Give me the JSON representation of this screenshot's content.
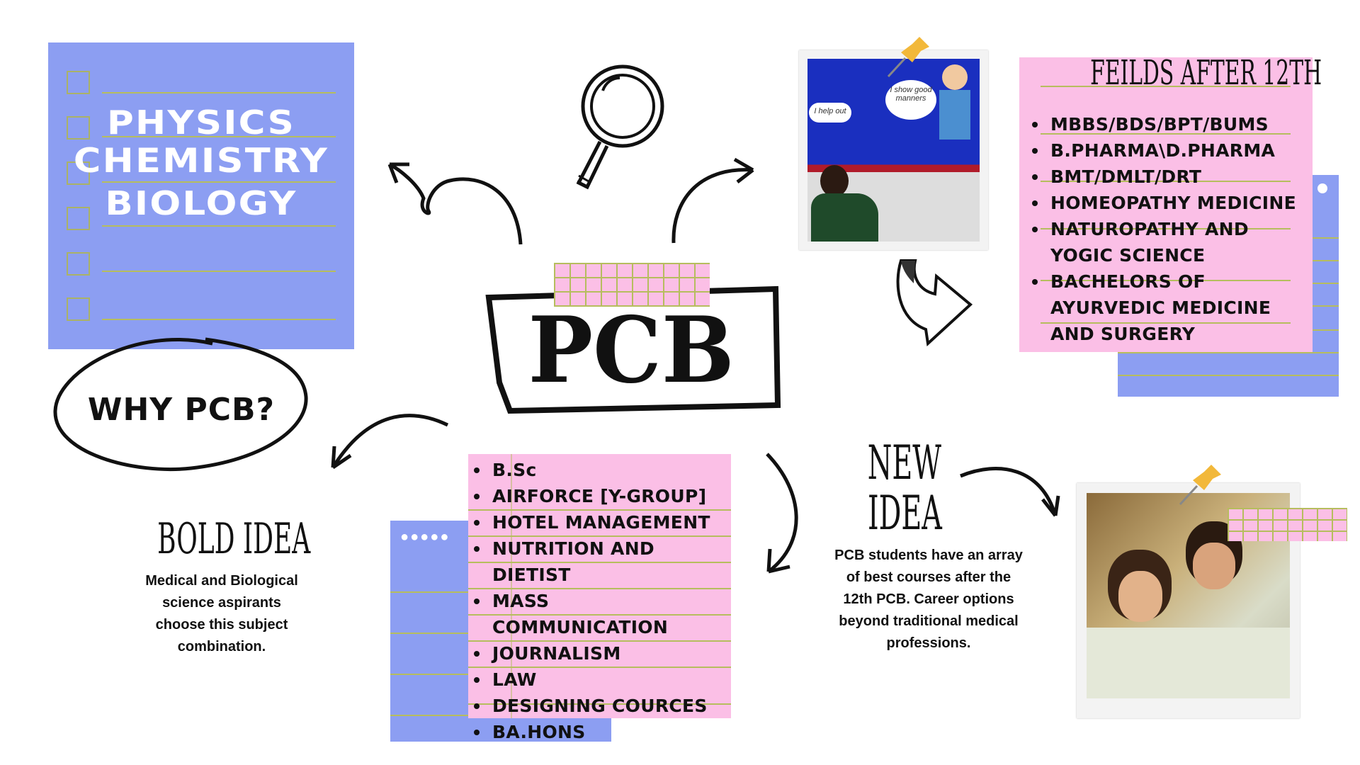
{
  "subjects": {
    "physics": "PHYSICS",
    "chemistry": "CHEMISTRY",
    "biology": "BIOLOGY"
  },
  "center": {
    "title": "PCB"
  },
  "why": {
    "label": "WHY PCB?"
  },
  "bold_idea": {
    "title": "BOLD IDEA",
    "text_lines": [
      "Medical and Biological",
      "science aspirants",
      "choose this subject",
      "combination."
    ]
  },
  "new_idea": {
    "title_line1": "NEW",
    "title_line2": "IDEA",
    "text_lines": [
      "PCB students have an array",
      "of best courses after the",
      "12th PCB. Career options",
      "beyond traditional medical",
      "professions."
    ]
  },
  "fields": {
    "title": "FEILDS AFTER 12TH",
    "items": [
      "MBBS/BDS/BPT/BUMS",
      "B.PHARMA\\D.PHARMA",
      "BMT/DMLT/DRT",
      "HOMEOPATHY MEDICINE",
      "NATUROPATHY AND YOGIC SCIENCE",
      "BACHELORS OF AYURVEDIC MEDICINE AND SURGERY"
    ]
  },
  "other_courses": {
    "items": [
      "B.Sc",
      "AIRFORCE [Y-GROUP]",
      "HOTEL MANAGEMENT",
      "NUTRITION AND DIETIST",
      "MASS COMMUNICATION",
      "JOURNALISM",
      "LAW",
      "DESIGNING COURCES",
      "BA.HONS"
    ]
  },
  "photos": {
    "board_caption_1": "I show good manners",
    "board_caption_2": "I help out"
  },
  "colors": {
    "blue": "#8c9ef2",
    "pink": "#fbbfe6",
    "line": "#b6bd5e"
  }
}
